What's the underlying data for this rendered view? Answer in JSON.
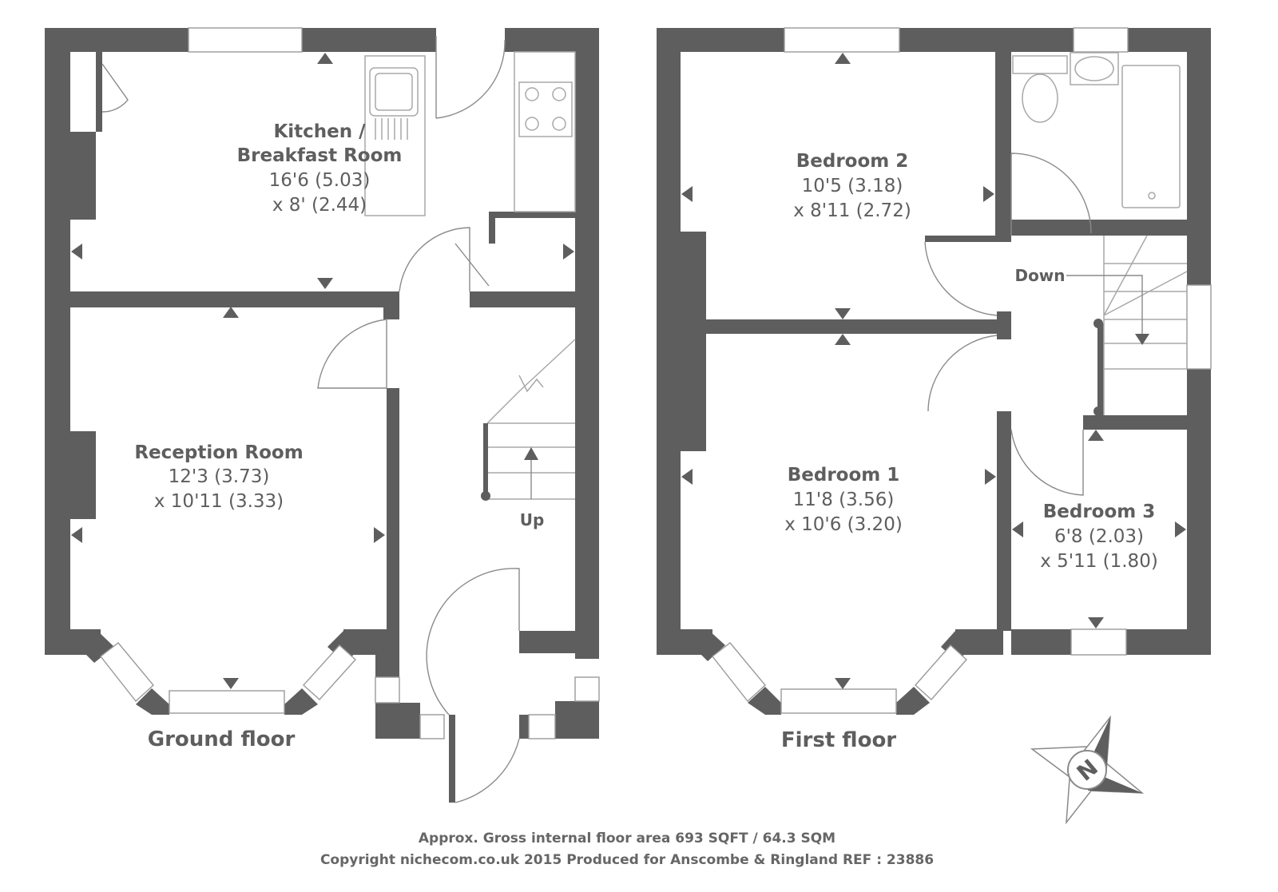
{
  "ground_floor": {
    "label": "Ground floor",
    "kitchen": {
      "name_line1": "Kitchen /",
      "name_line2": "Breakfast Room",
      "dim1": "16'6 (5.03)",
      "dim2": "x 8' (2.44)"
    },
    "reception": {
      "name": "Reception Room",
      "dim1": "12'3 (3.73)",
      "dim2": "x 10'11 (3.33)"
    },
    "stairs_label": "Up"
  },
  "first_floor": {
    "label": "First floor",
    "bedroom2": {
      "name": "Bedroom 2",
      "dim1": "10'5 (3.18)",
      "dim2": "x 8'11 (2.72)"
    },
    "bedroom1": {
      "name": "Bedroom 1",
      "dim1": "11'8 (3.56)",
      "dim2": "x 10'6 (3.20)"
    },
    "bedroom3": {
      "name": "Bedroom 3",
      "dim1": "6'8 (2.03)",
      "dim2": "x 5'11 (1.80)"
    },
    "stairs_label": "Down"
  },
  "compass": {
    "letter": "N"
  },
  "footer": {
    "area": "Approx. Gross internal floor area 693 SQFT / 64.3 SQM",
    "copyright": "Copyright nichecom.co.uk 2015 Produced for Anscombe & Ringland REF : 23886"
  },
  "colors": {
    "wall": "#5e5e5e",
    "text": "#5e5e5e",
    "fixture": "#a8a8a8"
  }
}
